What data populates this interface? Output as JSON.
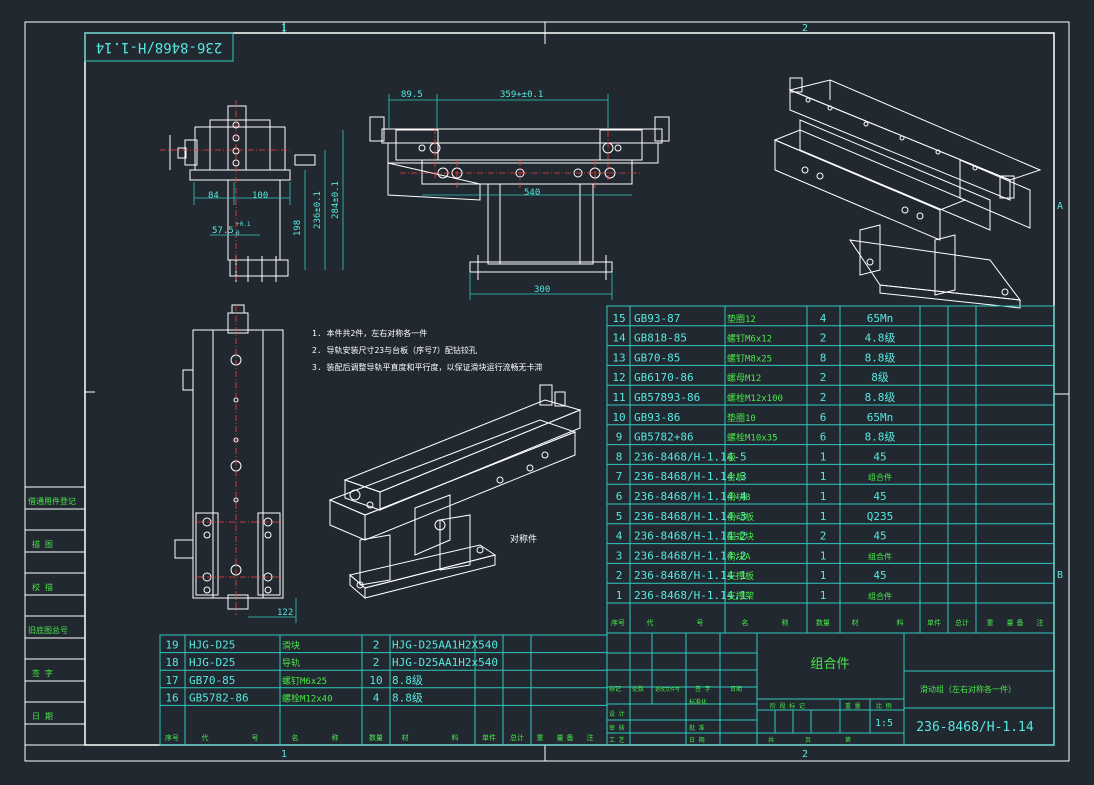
{
  "colors": {
    "background": "#212830",
    "frame": "#ffffff",
    "table_lines": "#31c9c0",
    "table_text_cyan": "#57e8e0",
    "table_text_green": "#48e848",
    "dimension": "#31c9c0",
    "center_line": "#ff3b3b"
  },
  "zone_markers": {
    "top": [
      "1",
      "2"
    ],
    "bottom": [
      "1",
      "2"
    ],
    "right": [
      "A",
      "B"
    ]
  },
  "drawing_number_mirrored": "236-8468/H-1.14",
  "dimensions": {
    "side_view": [
      "84",
      "100",
      "57.5",
      "+0.1",
      "0",
      "198",
      "236±0.1",
      "284±0.1"
    ],
    "front_view": [
      "89.5",
      "359+±0.1",
      "540",
      "300"
    ],
    "plan_view": [
      "122"
    ]
  },
  "notes": [
    "1. 本件共2件，左右对称各一件",
    "2. 导轨安装尺寸23与台板（序号7）配钻铰孔",
    "3. 装配后调整导轨平直度和平行度，以保证滑块运行流畅无卡滞"
  ],
  "iso_caption": "对称件",
  "left_strip": [
    "借通用件登记",
    "描  图",
    "校  描",
    "旧底图总号",
    "签  字",
    "日  期"
  ],
  "bom_upper": [
    {
      "no": "15",
      "code": "GB93-87",
      "name": "垫圈12",
      "qty": "4",
      "mat": "65Mn"
    },
    {
      "no": "14",
      "code": "GB818-85",
      "name": "螺钉M6x12",
      "qty": "2",
      "mat": "4.8级"
    },
    {
      "no": "13",
      "code": "GB70-85",
      "name": "螺钉M8x25",
      "qty": "8",
      "mat": "8.8级"
    },
    {
      "no": "12",
      "code": "GB6170-86",
      "name": "螺母M12",
      "qty": "2",
      "mat": "8级"
    },
    {
      "no": "11",
      "code": "GB57893-86",
      "name": "螺栓M12x100",
      "qty": "2",
      "mat": "8.8级"
    },
    {
      "no": "10",
      "code": "GB93-86",
      "name": "垫圈10",
      "qty": "6",
      "mat": "65Mn"
    },
    {
      "no": "9",
      "code": "GB5782+86",
      "name": "螺栓M10x35",
      "qty": "6",
      "mat": "8.8级"
    },
    {
      "no": "8",
      "code": "236-8468/H-1.14-5",
      "name": "板",
      "qty": "1",
      "mat": "45"
    },
    {
      "no": "7",
      "code": "236-8468/H-1.14.3",
      "name": "台板",
      "qty": "1",
      "mat": "组合件"
    },
    {
      "no": "6",
      "code": "236-8468/H-1.14-4",
      "name": "滑块B",
      "qty": "1",
      "mat": "45"
    },
    {
      "no": "5",
      "code": "236-8468/H-1.14-3",
      "name": "滑动板",
      "qty": "1",
      "mat": "Q235"
    },
    {
      "no": "4",
      "code": "236-8468/H-1.14-2",
      "name": "固定块",
      "qty": "2",
      "mat": "45"
    },
    {
      "no": "3",
      "code": "236-8468/H-1.14.2",
      "name": "滑块A",
      "qty": "1",
      "mat": "组合件"
    },
    {
      "no": "2",
      "code": "236-8468/H-1.14-1",
      "name": "支撑板",
      "qty": "1",
      "mat": "45"
    },
    {
      "no": "1",
      "code": "236-8468/H-1.14.1",
      "name": "支撑架",
      "qty": "1",
      "mat": "组合件"
    }
  ],
  "bom_upper_header": [
    "序号",
    "代",
    "号",
    "名",
    "称",
    "数量",
    "材",
    "料",
    "单件",
    "总计",
    "重",
    "量",
    "备",
    "注"
  ],
  "bom_lower": [
    {
      "no": "19",
      "code": "HJG-D25",
      "name": "滑块",
      "qty": "2",
      "mat": "HJG-D25AA1H2X540"
    },
    {
      "no": "18",
      "code": "HJG-D25",
      "name": "导轨",
      "qty": "2",
      "mat": "HJG-D25AA1H2x540"
    },
    {
      "no": "17",
      "code": "GB70-85",
      "name": "螺钉M6x25",
      "qty": "10",
      "mat": "8.8级"
    },
    {
      "no": "16",
      "code": "GB5782-86",
      "name": "螺栓M12x40",
      "qty": "4",
      "mat": "8.8级"
    }
  ],
  "bom_lower_header": [
    "序号",
    "代",
    "号",
    "名",
    "称",
    "数量",
    "材",
    "料",
    "单件",
    "总计",
    "重",
    "量",
    "备",
    "注"
  ],
  "title_block": {
    "assembly": "组合件",
    "part_name": "滑动组（左右对称各一件）",
    "drawing_number": "236-8468/H-1.14",
    "scale": "1:5",
    "scale_label": "比 例",
    "weight_label": "重 量",
    "stage_label": "阶 段 标 记",
    "sheet_total": "共",
    "sheet_label": "页",
    "sheet_no": "第",
    "change_row": [
      "标记",
      "处数",
      "更改文件号",
      "签 字",
      "日期"
    ],
    "sign_rows": [
      "设 计",
      "审 核",
      "工 艺"
    ],
    "std_label": "标准化",
    "approve_label": "批 准",
    "date_label": "日 期"
  }
}
